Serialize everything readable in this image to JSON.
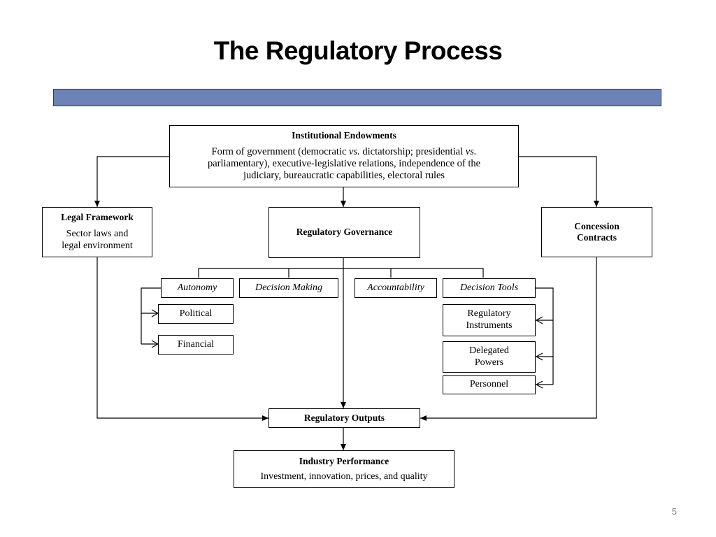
{
  "slide": {
    "title": "The Regulatory Process",
    "accent_color": "#6d83b6",
    "page_number": "5"
  },
  "diagram": {
    "institutional_endowments": {
      "heading": "Institutional Endowments",
      "line1_a": "Form of government (democratic ",
      "line1_vs1": "vs.",
      "line1_b": " dictatorship; presidential ",
      "line1_vs2": "vs.",
      "line2": "parliamentary), executive-legislative relations, independence of the",
      "line3": "judiciary, bureaucratic capabilities, electoral rules"
    },
    "legal_framework": {
      "heading": "Legal Framework",
      "line1": "Sector laws and",
      "line2": "legal environment"
    },
    "regulatory_governance": {
      "heading": "Regulatory Governance"
    },
    "concession_contracts": {
      "line1": "Concession",
      "line2": "Contracts"
    },
    "governance_elements": {
      "autonomy": "Autonomy",
      "decision_making": "Decision Making",
      "accountability": "Accountability",
      "decision_tools": "Decision Tools"
    },
    "autonomy_types": {
      "political": "Political",
      "financial": "Financial"
    },
    "decision_tool_types": {
      "regulatory_instruments_1": "Regulatory",
      "regulatory_instruments_2": "Instruments",
      "delegated_powers_1": "Delegated",
      "delegated_powers_2": "Powers",
      "personnel": "Personnel"
    },
    "regulatory_outputs": {
      "heading": "Regulatory Outputs"
    },
    "industry_performance": {
      "heading": "Industry Performance",
      "description": "Investment, innovation, prices, and quality"
    }
  }
}
